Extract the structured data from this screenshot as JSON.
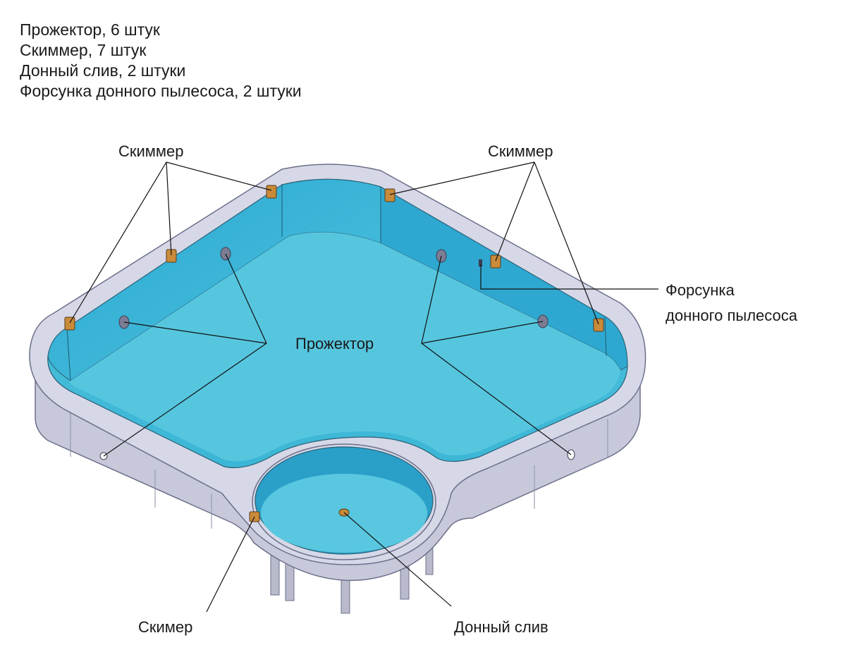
{
  "legend": [
    "Прожектор, 6 штук",
    "Скиммер, 7 штук",
    "Донный слив, 2 штуки",
    "Форсунка донного пылесоса, 2 штуки"
  ],
  "labels": {
    "skimmer_left": "Скиммер",
    "skimmer_right": "Скиммер",
    "spotlight": "Прожектор",
    "vacuum_nozzle_line1": "Форсунка",
    "vacuum_nozzle_line2": "донного пылесоса",
    "skimmer_bottom": "Скимер",
    "bottom_drain": "Донный слив"
  },
  "colors": {
    "water": "#3fb8d8",
    "water_dark": "#1f9dc3",
    "deck": "#d4d6e6",
    "deck_side": "#c3c5d8",
    "outline": "#6d6f8a",
    "skimmer": "#c98a3a",
    "light": "#7b7d95"
  }
}
